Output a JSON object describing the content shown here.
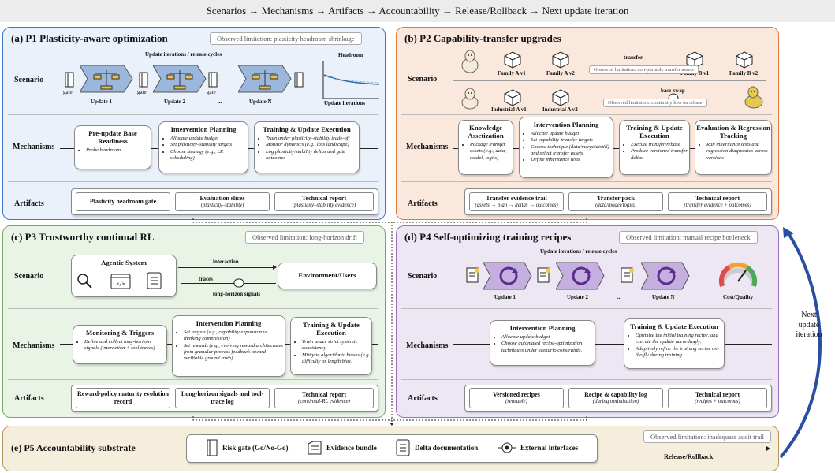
{
  "header": {
    "flow": "Scenarios → Mechanisms → Artifacts → Accountability → Release/Rollback → Next update iteration"
  },
  "rows": {
    "scenario": "Scenario",
    "mechanisms": "Mechanisms",
    "artifacts": "Artifacts"
  },
  "p1": {
    "title": "(a) P1 Plasticity-aware optimization",
    "limitation": "Observed limitation: plasticity headroom shrinkage",
    "cycle_label": "Update iterations / release cycles",
    "gate": "gate",
    "updates": [
      "Update 1",
      "Update 2",
      "...",
      "Update N"
    ],
    "chart_title": "Headroom",
    "chart_xlabel": "Update iterations",
    "mechanisms": [
      {
        "title": "Pre-update Base Readiness",
        "bullets": [
          "Probe headroom"
        ]
      },
      {
        "title": "Intervention Planning",
        "bullets": [
          "Allocate update budget",
          "Set plasticity–stability targets",
          "Choose strategy (e.g., LR scheduling)"
        ]
      },
      {
        "title": "Training & Update Execution",
        "bullets": [
          "Train under plasticity–stability trade-off",
          "Monitor dynamics (e.g., loss landscape)",
          "Log plasticity/stability deltas and gate outcomes"
        ]
      }
    ],
    "artifacts": [
      {
        "title": "Plasticity headroom gate",
        "sub": ""
      },
      {
        "title": "Evaluation slices",
        "sub": "(plasticity–stability)"
      },
      {
        "title": "Technical report",
        "sub": "(plasticity–stability evidence)"
      }
    ]
  },
  "p2": {
    "title": "(b) P2 Capability-transfer upgrades",
    "families": [
      "Family A v1",
      "Family A v2",
      "Family B v1",
      "Family B v2"
    ],
    "industrial": [
      "Industrial A v1",
      "Industrial A v2"
    ],
    "transfer": "transfer",
    "base_swap": "base-swap",
    "limitation_a": "Observed limitation: non-portable transfer assets",
    "limitation_b": "Observed limitation: continuity loss on rebase",
    "mechanisms": [
      {
        "title": "Knowledge Assetization",
        "bullets": [
          "Package transfer assets (e.g., data, model, logits)"
        ]
      },
      {
        "title": "Intervention Planning",
        "bullets": [
          "Allocate update budget",
          "Set capability-transfer targets",
          "Choose technique (data/merge/distill) and select transfer assets",
          "Define inheritance tests"
        ]
      },
      {
        "title": "Training & Update Execution",
        "bullets": [
          "Execute transfer/rebase",
          "Produce versioned transfer deltas"
        ]
      },
      {
        "title": "Evaluation & Regression Tracking",
        "bullets": [
          "Run inheritance tests and regression diagnostics across versions"
        ]
      }
    ],
    "artifacts": [
      {
        "title": "Transfer evidence trail",
        "sub": "(assets → plan → deltas → outcomes)"
      },
      {
        "title": "Transfer pack",
        "sub": "(data/model/logits)"
      },
      {
        "title": "Technical report",
        "sub": "(transfer evidence + outcomes)"
      }
    ]
  },
  "p3": {
    "title": "(c) P3 Trustworthy continual RL",
    "limitation": "Observed limitation: long-horizon drift",
    "agent": "Agentic System",
    "env": "Environment/Users",
    "interaction": "interaction",
    "traces": "traces",
    "signals": "long-horizon signals",
    "mechanisms": [
      {
        "title": "Monitoring & Triggers",
        "bullets": [
          "Define and collect long-horizon signals (interaction + tool traces)"
        ]
      },
      {
        "title": "Intervention Planning",
        "bullets": [
          "Set targets (e.g., capability expansion vs. thinking compression)",
          "Set rewards (e.g., evolving reward architectures from granular process feedback toward verifiable ground truth)"
        ]
      },
      {
        "title": "Training & Update Execution",
        "bullets": [
          "Train under strict systemic consistency",
          "Mitigate algorithmic biases (e.g., difficulty or length bias)"
        ]
      }
    ],
    "artifacts": [
      {
        "title": "Reward-policy maturity evolution record",
        "sub": ""
      },
      {
        "title": "Long-horizon signals and tool-trace log",
        "sub": ""
      },
      {
        "title": "Technical report",
        "sub": "(continual-RL evidence)"
      }
    ]
  },
  "p4": {
    "title": "(d) P4 Self-optimizing training recipes",
    "limitation": "Observed limitation: manual recipe bottleneck",
    "cycle_label": "Update iterations / release cycles",
    "updates": [
      "Update 1",
      "Update 2",
      "...",
      "Update N"
    ],
    "cost": "Cost/Quality",
    "mechanisms": [
      {
        "title": "Intervention Planning",
        "bullets": [
          "Allocate update budget",
          "Choose automated recipe-optimization techniques under scenario constraints."
        ]
      },
      {
        "title": "Training & Update Execution",
        "bullets": [
          "Optimize the initial training recipe, and execute the update accordingly.",
          "Adaptively refine the training recipe on-the-fly during training."
        ]
      }
    ],
    "artifacts": [
      {
        "title": "Versioned recipes",
        "sub": "(reusable)"
      },
      {
        "title": "Recipe & capability log",
        "sub": "(during optimization)"
      },
      {
        "title": "Technical report",
        "sub": "(recipes + outcomes)"
      }
    ]
  },
  "p5": {
    "title": "(e) P5 Accountability substrate",
    "limitation": "Observed limitation: inadequate audit trail",
    "items": [
      "Risk gate (Go/No-Go)",
      "Evidence bundle",
      "Delta documentation",
      "External interfaces"
    ],
    "release": "Release/Rollback"
  },
  "loop": {
    "label_1": "Next",
    "label_2": "update",
    "label_3": "iteration"
  }
}
